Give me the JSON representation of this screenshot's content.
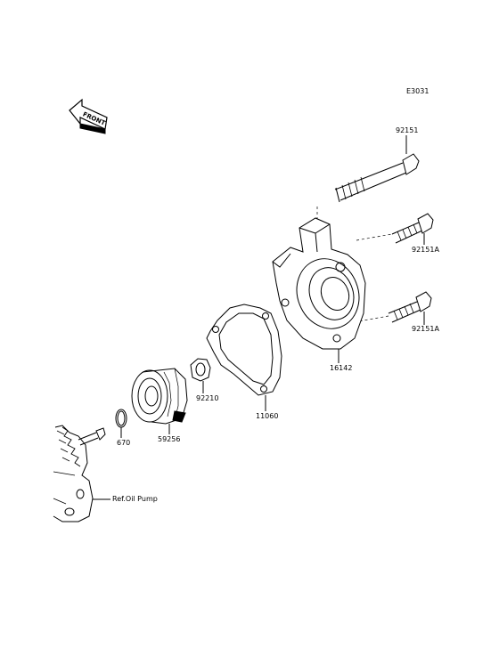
{
  "diagram_code": "E3031",
  "front_label": "FRONT",
  "parts": {
    "bolt_long": "92151",
    "bolt_a_upper": "92151A",
    "bolt_a_lower": "92151A",
    "pump_cover": "16142",
    "gasket": "11060",
    "nut": "92210",
    "impeller": "59256",
    "o_ring": "670"
  },
  "reference": "Ref.Oil Pump",
  "colors": {
    "line": "#000000",
    "background": "#ffffff"
  }
}
